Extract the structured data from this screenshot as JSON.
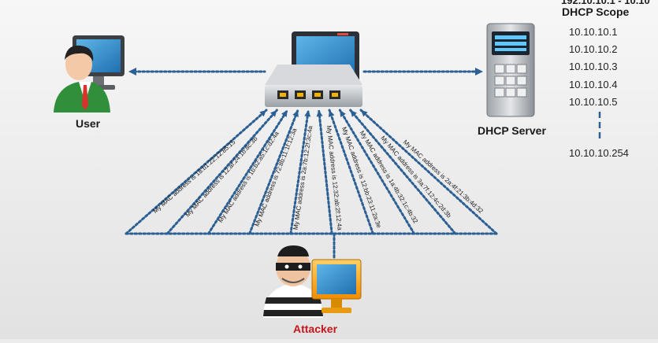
{
  "labels": {
    "user": "User",
    "dhcp_server": "DHCP Server",
    "attacker": "Attacker",
    "scope_title": "DHCP Scope",
    "cut_header": "192.10.10.1 - 10.10"
  },
  "scope_ips": [
    "10.10.10.1",
    "10.10.10.2",
    "10.10.10.3",
    "10.10.10.4",
    "10.10.10.5"
  ],
  "scope_last_ip": "10.10.10.254",
  "mac_messages": [
    "My MAC address is 18:b1:22:12:85:15",
    "My MAC address is 12:af:24:1b:8c:3b",
    "My MAC address is 1b:b2:a5:1c:d2:4a",
    "My MAC address is 72:8b:11:1f:12:3a",
    "My MAC address is 2a:7b:12:2f:3c:4a",
    "My MAC address is 12:32:ab:2f:12:4a",
    "My MAC address is 12:bb:23:11:2a:3e",
    "My MAC address is 1a:4b:32:1c:4b:32",
    "My MAC address is 3a:7f:12:4c:2d:3b",
    "My MAC address is 2a:4f:21:3b:4d:32"
  ],
  "colors": {
    "dotted_line": "#2c5f93",
    "attacker_text": "#c4161c",
    "background": "#ececec"
  },
  "icons": [
    "user-icon",
    "laptop-icon",
    "switch-icon",
    "server-icon",
    "attacker-icon",
    "monitor-icon"
  ]
}
